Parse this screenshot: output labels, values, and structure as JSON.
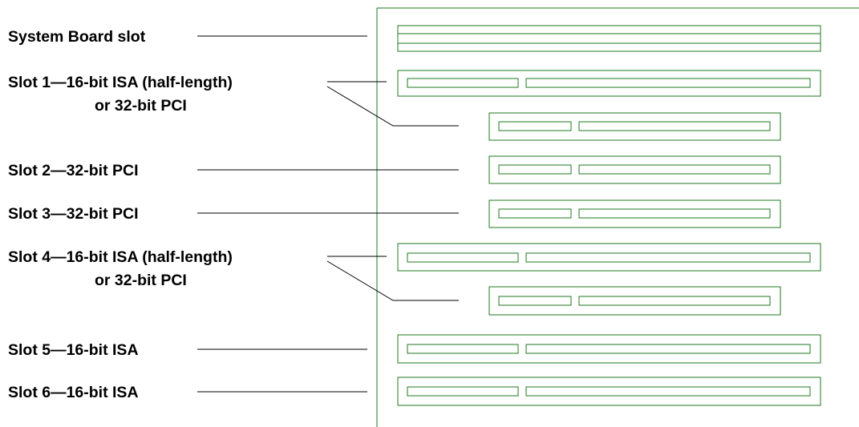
{
  "colors": {
    "slot_outline": "#1f7a1f",
    "leader_line": "#000000",
    "label_text": "#000000",
    "background": "#ffffff"
  },
  "labels": {
    "system_board_slot": "System Board slot",
    "slot1_line1": "Slot 1—16-bit ISA (half-length)",
    "slot1_line2": "or 32-bit PCI",
    "slot2": "Slot 2—32-bit PCI",
    "slot3": "Slot 3—32-bit PCI",
    "slot4_line1": "Slot 4—16-bit ISA (half-length)",
    "slot4_line2": "or 32-bit PCI",
    "slot5": "Slot 5—16-bit ISA",
    "slot6": "Slot 6—16-bit ISA"
  }
}
